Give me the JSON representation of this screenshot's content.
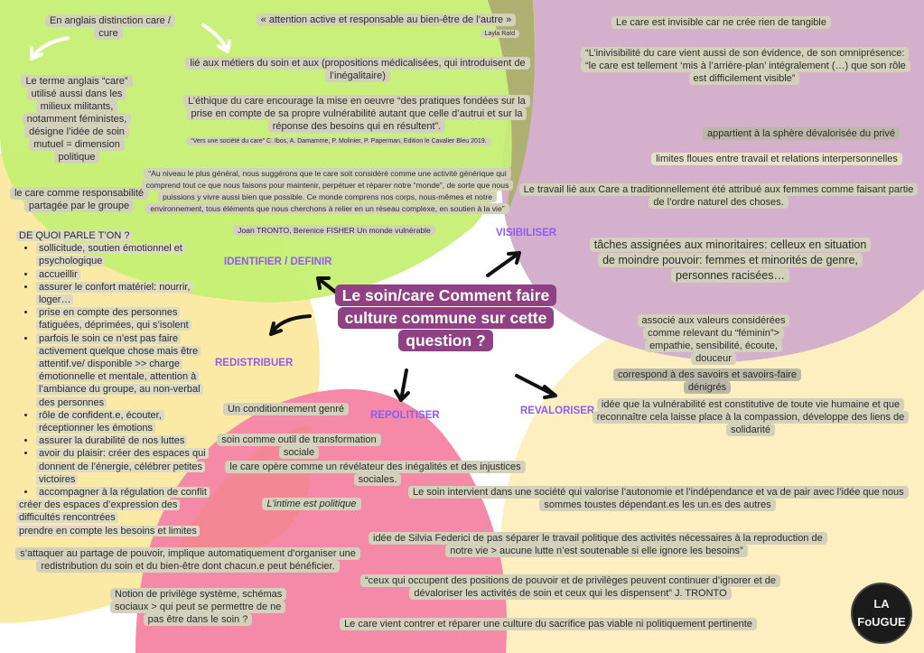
{
  "title": "Le soin/care Comment faire culture commune sur cette question ?",
  "labels": {
    "identifier": "IDENTIFIER / DEFINIR",
    "visibiliser": "VISIBILISER",
    "redistribuer": "REDISTRIBUER",
    "repolitiser": "REPOLITISER",
    "revaloriser": "REVALORISER"
  },
  "identifier": {
    "distinction": "En anglais distinction care / cure",
    "attention": "« attention active et responsable au bien-être de l’autre »",
    "attention_author": "Layla Raïd",
    "metiers": "lié aux métiers du soin et aux (propositions médicalisées, qui introduisent de l’inégalitaire)",
    "terme": "Le terme anglais “care” utilisé aussi dans les milieux militants, notamment féministes, désigne l’idée de soin mutuel = dimension politique",
    "ethique": "L’éthique du care encourage la mise en oeuvre “des pratiques fondées sur la prise en compte de sa propre vulnérabilité autant que celle d’autrui et sur la réponse des besoins qui en résultent”.",
    "ethique_source": "“Vers une société du care” C. Ibos, A. Damamme, P. Molinier, P. Paperman, Edition le Cavalier Bleu 2019.",
    "tronto_quote": "“Au niveau le plus général, nous suggérons que le care soit considéré comme une activité générique qui comprend tout ce que nous faisons pour maintenir, perpétuer et réparer notre “monde”, de sorte que nous puissions y vivre aussi bien que possible. Ce monde comprens nos corps, nous-mêmes et notre environnement, tous éléments que nous cherchons à relier en un réseau complexe, en soutien à la vie”",
    "tronto_source": "Joan TRONTO, Berenice FISHER Un monde vulnérable",
    "responsabilite": "le care comme responsabilité partagée par le groupe"
  },
  "list": {
    "heading": "DE QUOI PARLE T’ON ?",
    "items": [
      "sollicitude, soutien émotionnel et psychologique",
      "accueillir",
      "assurer le confort matériel: nourrir, loger…",
      "prise en compte des personnes fatiguées, déprimées, qui s’isolent",
      "parfois le soin ce n’est pas faire activement quelque chose mais être attentif.ve/ disponible >> charge émotionnelle et mentale, attention à l’ambiance du groupe, au non-verbal des personnes",
      "rôle de confident.e, écouter, réceptionner les émotions",
      "assurer la durabilité de nos luttes",
      "avoir du plaisir: créer des espaces qui donnent de l’énergie, célébrer petites victoires",
      "accompagner à la régulation de conflit"
    ],
    "after": [
      "créer des espaces d’expression des difficultés rencontrées",
      "prendre en compte les besoins et limites"
    ]
  },
  "visibiliser": {
    "invisible": "Le care est invisible car ne crée rien de tangible",
    "inivisibilite": "“L’inivisibilité du care vient aussi de son évidence, de son omniprésence: “le care est tellement ‘mis à l’arrière-plan’ intégralement (…) que son rôle est difficilement visible”",
    "prive": "appartient à la sphère dévalorisée du privé",
    "limites": "limites floues entre travail et relations interpersonnelles",
    "femmes": "Le travail lié aux Care a traditionnellement été attribué aux femmes comme faisant partie de l’ordre naturel des choses.",
    "taches": "tâches assignées aux minoritaires: celleux en situation de moindre pouvoir: femmes et minorités de genre, personnes racisées…"
  },
  "revaloriser": {
    "feminin": "associé aux valeurs considérées comme relevant du “féminin”> empathie, sensibilité, écoute, douceur",
    "savoirs": "correspond à des savoirs et savoirs-faire dénigrés",
    "vulnerabilite": "idée que la vulnérabilité est constitutive de toute vie humaine et que reconnaître cela laisse place à la compassion, développe des liens de solidarité"
  },
  "repolitiser": {
    "conditionnement": "Un conditionnement genré",
    "outil": "soin comme outil de transformation sociale",
    "revelateur": "le care opère comme un révélateur des inégalités et des injustices sociales.",
    "intime": "L’intime est politique",
    "autonomie": "Le soin intervient dans une société qui valorise l’autonomie et l’indépendance et va de pair avec l’idée que nous sommes toustes dépendant.es les un.es des autres",
    "federici": "idée de Silvia Federici de pas séparer le travail politique des activités nécessaires à la reproduction de notre vie > aucune lutte n’est soutenable si elle ignore les besoins”",
    "tronto": "“ceux qui occupent des positions de pouvoir et de privilèges peuvent continuer d’ignorer et de dévaloriser les activités de soin et ceux qui les dispensent” J. TRONTO",
    "sacrifice": "Le care vient contrer et réparer une culture du sacrifice pas viable ni politiquement pertinente"
  },
  "redistribuer": {
    "pouvoir": "s’attaquer au partage de pouvoir, implique automatiquement d’organiser une redistribution du soin et du bien-être dont chacun.e peut bénéficier.",
    "privilege": "Notion de privilège système, schémas sociaux > qui peut se permettre de ne pas être dans le soin ?"
  },
  "logo": {
    "text": "LA FOUGUE"
  },
  "colors": {
    "green": "#c5ef73",
    "purple": "#d4b0cc",
    "pink": "#f48aa8",
    "yellow": "#fbeaa8",
    "title_bg": "#8f4183",
    "label": "#8e5cf5"
  }
}
